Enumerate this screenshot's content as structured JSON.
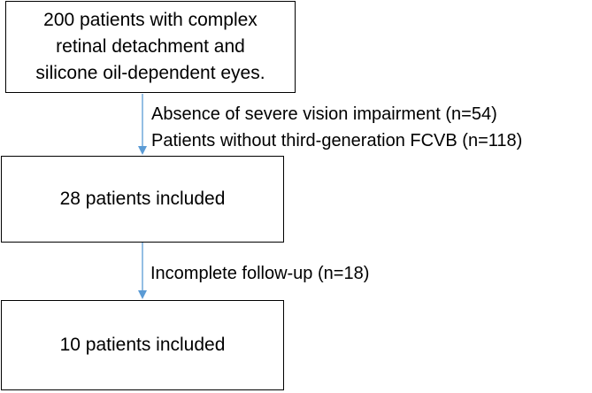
{
  "flowchart": {
    "step1": {
      "lines": [
        "200 patients with complex",
        "retinal detachment and",
        "silicone oil-dependent eyes."
      ]
    },
    "exclusion1": {
      "lines": [
        "Absence of severe vision impairment (n=54)",
        "Patients without third-generation FCVB (n=118)"
      ]
    },
    "step2": {
      "label": "28 patients included"
    },
    "exclusion2": {
      "label": "Incomplete follow-up (n=18)"
    },
    "step3": {
      "label": "10 patients included"
    },
    "colors": {
      "arrow": "#5b9bd5",
      "box_border": "#000000",
      "text": "#000000"
    }
  }
}
